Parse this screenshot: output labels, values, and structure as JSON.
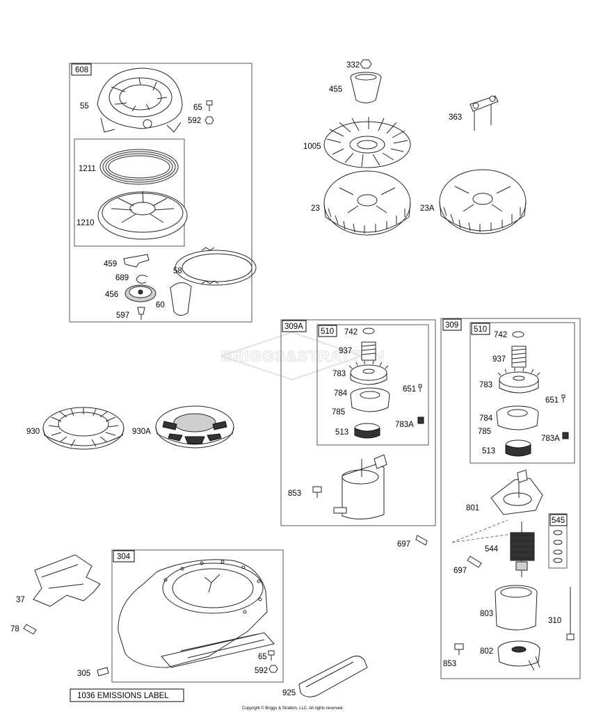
{
  "watermark": "BRIGGS&STRATTON",
  "copyright": "Copyright © Briggs & Stratton, LLC. All rights reserved.",
  "emissions_label": "1036 EMISSIONS LABEL",
  "boxes": {
    "b608": "608",
    "b1211": "",
    "b309A": "309A",
    "b510a": "510",
    "b309": "309",
    "b510b": "510",
    "b545": "545",
    "b304": "304"
  },
  "labels": {
    "p55": "55",
    "p65a": "65",
    "p592a": "592",
    "p1211": "1211",
    "p1210": "1210",
    "p459": "459",
    "p58": "58",
    "p689": "689",
    "p456": "456",
    "p60": "60",
    "p597": "597",
    "p332": "332",
    "p455": "455",
    "p363": "363",
    "p1005": "1005",
    "p23": "23",
    "p23A": "23A",
    "p742a": "742",
    "p937a": "937",
    "p783a": "783",
    "p651a": "651",
    "p784a": "784",
    "p785a": "785",
    "p783Aa": "783A",
    "p513a": "513",
    "p853a": "853",
    "p697a": "697",
    "p742b": "742",
    "p937b": "937",
    "p783b": "783",
    "p651b": "651",
    "p784b": "784",
    "p785b": "785",
    "p783Ab": "783A",
    "p513b": "513",
    "p801": "801",
    "p544": "544",
    "p697b": "697",
    "p803": "803",
    "p310": "310",
    "p802": "802",
    "p853b": "853",
    "p930": "930",
    "p930A": "930A",
    "p37": "37",
    "p78": "78",
    "p305": "305",
    "p65b": "65",
    "p592b": "592",
    "p925": "925"
  }
}
